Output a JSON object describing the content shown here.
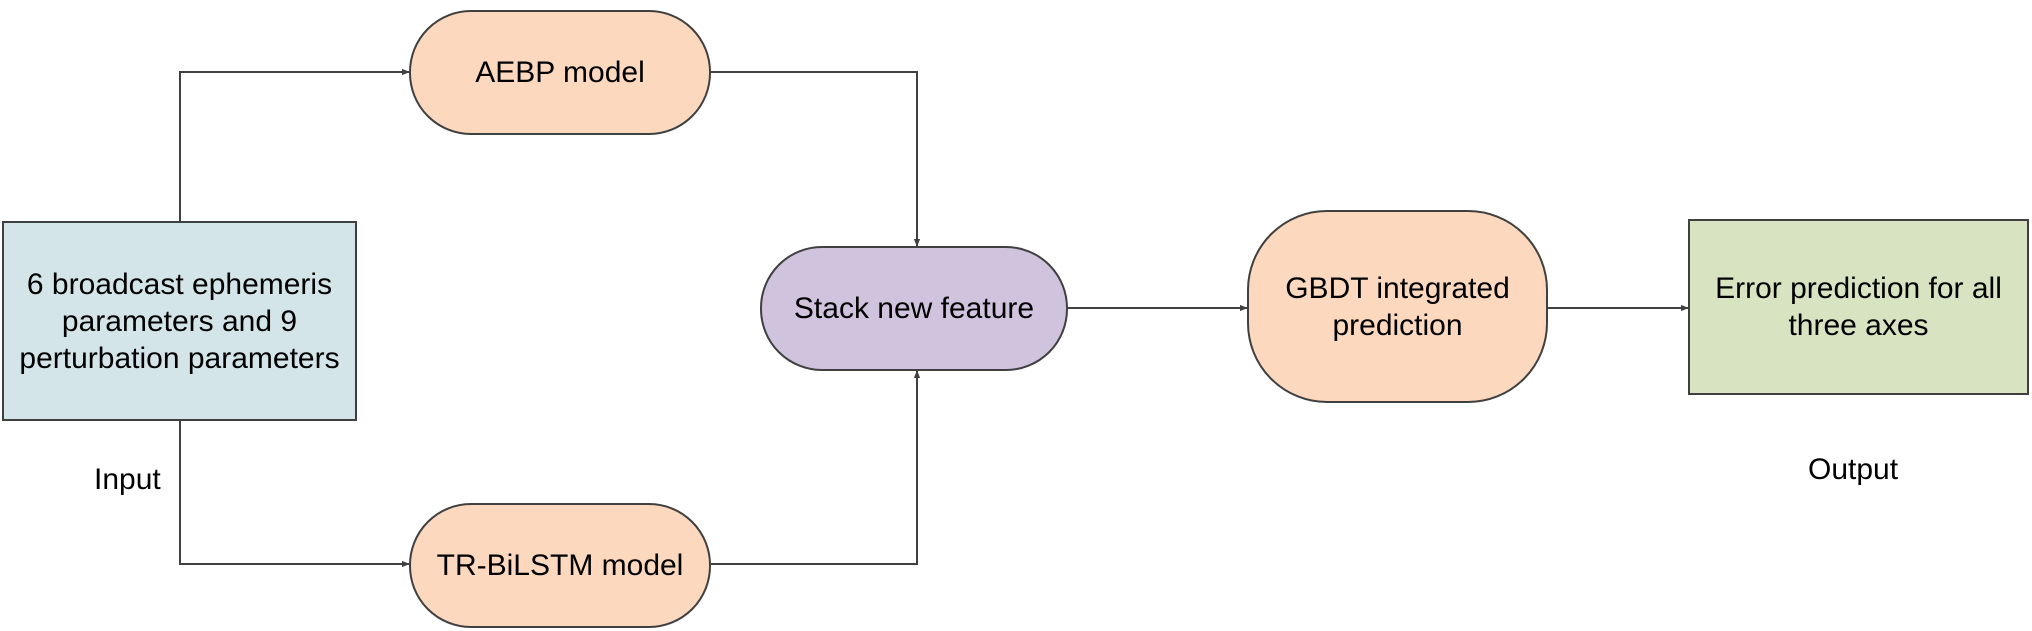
{
  "diagram": {
    "nodes": {
      "input": {
        "label": "6 broadcast ephemeris parameters and 9 perturbation parameters",
        "fill": "#d3e5e8"
      },
      "aebp": {
        "label": "AEBP model",
        "fill": "#fbd8be"
      },
      "tr_bilstm": {
        "label": "TR-BiLSTM model",
        "fill": "#fbd8be"
      },
      "stack": {
        "label": "Stack new feature",
        "fill": "#d0c3dd"
      },
      "gbdt": {
        "label": "GBDT integrated prediction",
        "fill": "#fbd8be"
      },
      "output": {
        "label": "Error prediction for all three axes",
        "fill": "#d7e3c1"
      }
    },
    "labels": {
      "input": "Input",
      "output": "Output"
    },
    "colors": {
      "stroke": "#404040",
      "arrow": "#404040"
    },
    "edges": [
      {
        "from": "input",
        "to": "aebp"
      },
      {
        "from": "input",
        "to": "tr_bilstm"
      },
      {
        "from": "aebp",
        "to": "stack"
      },
      {
        "from": "tr_bilstm",
        "to": "stack"
      },
      {
        "from": "stack",
        "to": "gbdt"
      },
      {
        "from": "gbdt",
        "to": "output"
      }
    ]
  }
}
